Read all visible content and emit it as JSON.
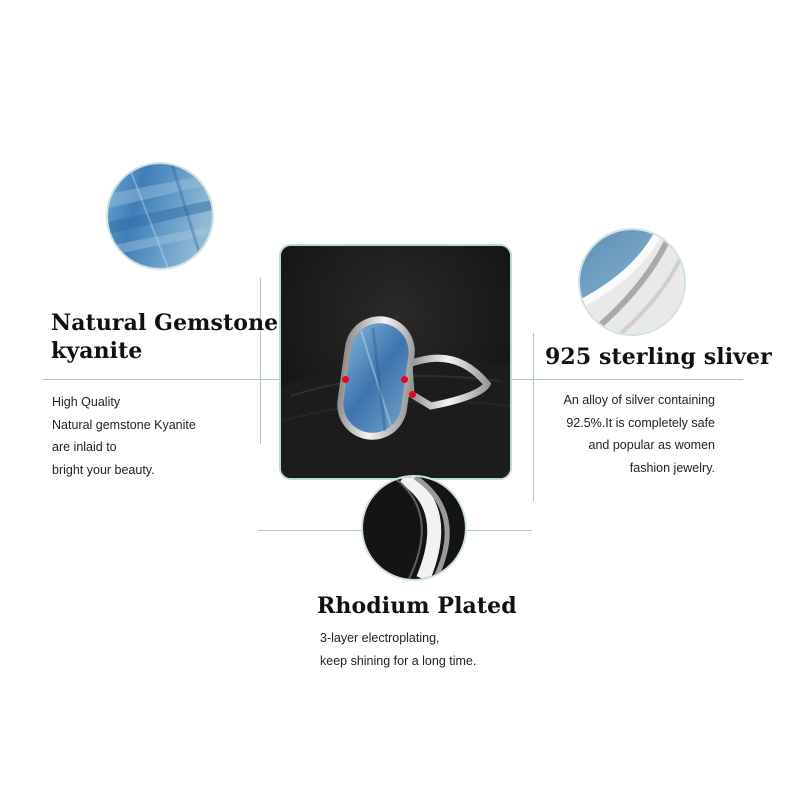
{
  "features": {
    "gemstone": {
      "title_lines": [
        "Natural Gemstone",
        "kyanite"
      ],
      "desc_lines": [
        "High Quality",
        "Natural gemstone Kyanite",
        "are inlaid to",
        "bright your beauty."
      ]
    },
    "silver": {
      "title": "925 sterling sliver",
      "desc_lines": [
        "An alloy of silver containing",
        "92.5%.It is completely safe",
        "and popular as women",
        "fashion jewelry."
      ]
    },
    "rhodium": {
      "title": "Rhodium Plated",
      "desc_lines": [
        "3-layer electroplating,",
        "keep shining for a long time."
      ]
    }
  },
  "colors": {
    "guide_line": "#a9c8c6",
    "marker_dot": "#e00b1b",
    "heading": "#111111",
    "body_text": "#222222",
    "kyanite_blue": "#4a86b8",
    "background": "#ffffff"
  },
  "icons": {
    "gemstone_closeup": "kyanite-stone-closeup",
    "silver_closeup": "silver-band-closeup",
    "rhodium_closeup": "polished-rim-closeup",
    "product": "kyanite-ring-photo"
  }
}
